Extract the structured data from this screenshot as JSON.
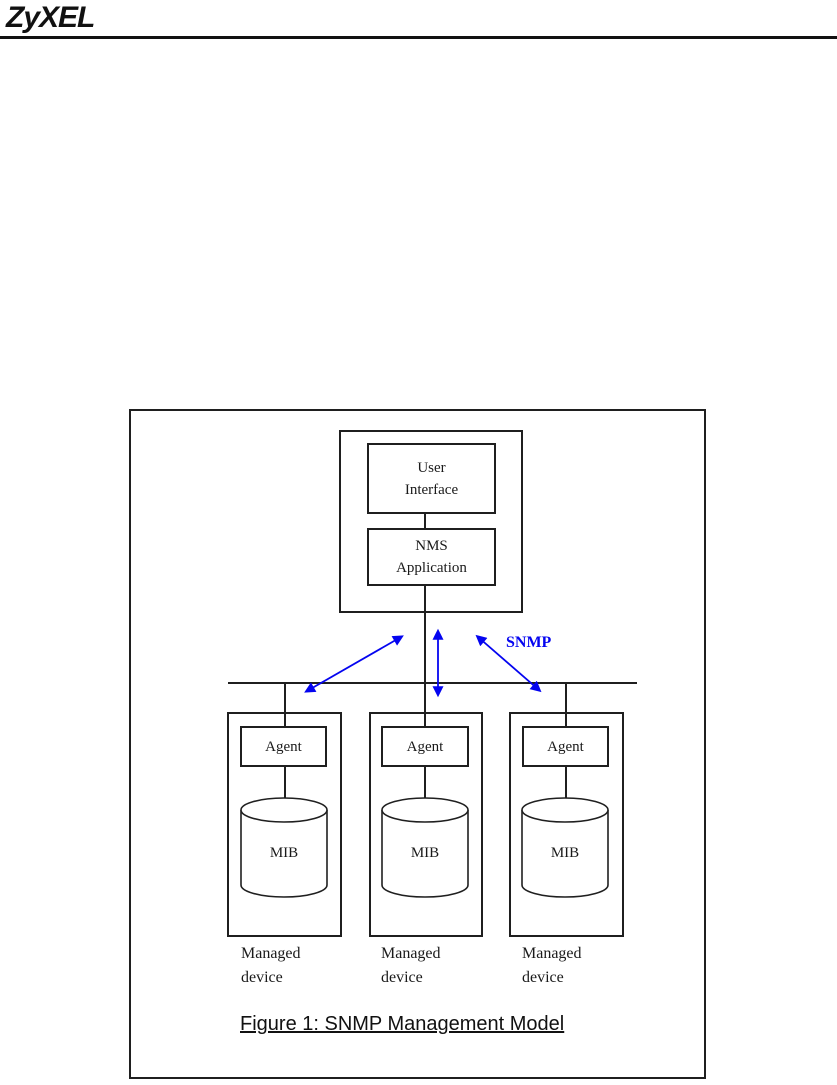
{
  "header": {
    "logo_text": "ZyXEL"
  },
  "figure": {
    "snmp_label": "SNMP",
    "caption": "Figure 1: SNMP Management Model",
    "nms": {
      "user_interface_line1": "User",
      "user_interface_line2": "Interface",
      "application_line1": "NMS",
      "application_line2": "Application"
    },
    "devices": [
      {
        "agent": "Agent",
        "mib": "MIB",
        "label_line1": "Managed",
        "label_line2": "device"
      },
      {
        "agent": "Agent",
        "mib": "MIB",
        "label_line1": "Managed",
        "label_line2": "device"
      },
      {
        "agent": "Agent",
        "mib": "MIB",
        "label_line1": "Managed",
        "label_line2": "device"
      }
    ],
    "colors": {
      "arrow_blue": "#0404f0",
      "line_black": "#1f1f1f"
    }
  }
}
